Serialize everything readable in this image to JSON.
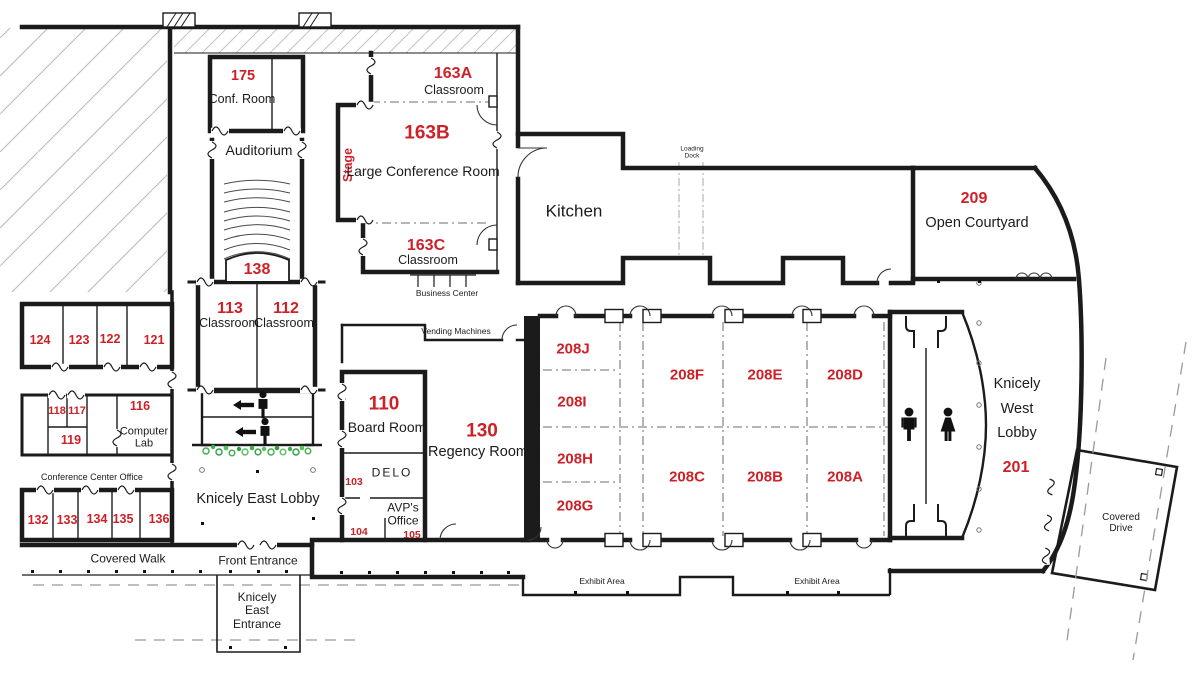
{
  "palette": {
    "red": "#ce2127",
    "ink": "#1b1b1b",
    "green": "#3fae49",
    "gray_dash": "#999999"
  },
  "rooms": {
    "r175": {
      "number": "175",
      "name": "Conf. Room"
    },
    "auditorium": {
      "name": "Auditorium"
    },
    "r138": {
      "number": "138"
    },
    "r113": {
      "number": "113",
      "name": "Classroom"
    },
    "r112": {
      "number": "112",
      "name": "Classroom"
    },
    "r163a": {
      "number": "163A",
      "name": "Classroom"
    },
    "stage": {
      "name": "Stage"
    },
    "r163b": {
      "number": "163B",
      "name": "Large Conference Room"
    },
    "r163c": {
      "number": "163C",
      "name": "Classroom"
    },
    "business_center": {
      "name": "Business Center"
    },
    "kitchen": {
      "name": "Kitchen"
    },
    "loading_dock": {
      "name": "Loading Dock"
    },
    "r209": {
      "number": "209",
      "name": "Open Courtyard"
    },
    "r124": {
      "number": "124"
    },
    "r123": {
      "number": "123"
    },
    "r122": {
      "number": "122"
    },
    "r121": {
      "number": "121"
    },
    "r118": {
      "number": "118"
    },
    "r117": {
      "number": "117"
    },
    "r119": {
      "number": "119"
    },
    "r116": {
      "number": "116",
      "name": "Computer Lab"
    },
    "conference_center_office": {
      "name": "Conference Center Office"
    },
    "r132": {
      "number": "132"
    },
    "r133": {
      "number": "133"
    },
    "r134": {
      "number": "134"
    },
    "r135": {
      "number": "135"
    },
    "r136": {
      "number": "136"
    },
    "covered_walk": {
      "name": "Covered Walk"
    },
    "front_entrance": {
      "name": "Front Entrance"
    },
    "knicely_east_entrance": {
      "name": "Knicely East Entrance"
    },
    "knicely_east_lobby": {
      "name": "Knicely East Lobby"
    },
    "r110": {
      "number": "110",
      "name": "Board Room"
    },
    "delo": {
      "name": "DELO"
    },
    "r103": {
      "number": "103"
    },
    "avp_office": {
      "name": "AVP's Office"
    },
    "r104": {
      "number": "104"
    },
    "r105": {
      "number": "105"
    },
    "vending": {
      "name": "Vending Machines"
    },
    "r130": {
      "number": "130",
      "name": "Regency Room"
    },
    "r208j": {
      "number": "208J"
    },
    "r208i": {
      "number": "208I"
    },
    "r208h": {
      "number": "208H"
    },
    "r208g": {
      "number": "208G"
    },
    "r208f": {
      "number": "208F"
    },
    "r208e": {
      "number": "208E"
    },
    "r208d": {
      "number": "208D"
    },
    "r208c": {
      "number": "208C"
    },
    "r208b": {
      "number": "208B"
    },
    "r208a": {
      "number": "208A"
    },
    "knicely_west_lobby": {
      "number": "201",
      "name": "Knicely West Lobby"
    },
    "exhibit_area_west": {
      "name": "Exhibit Area"
    },
    "exhibit_area_east": {
      "name": "Exhibit Area"
    },
    "covered_drive": {
      "name": "Covered Drive"
    }
  }
}
